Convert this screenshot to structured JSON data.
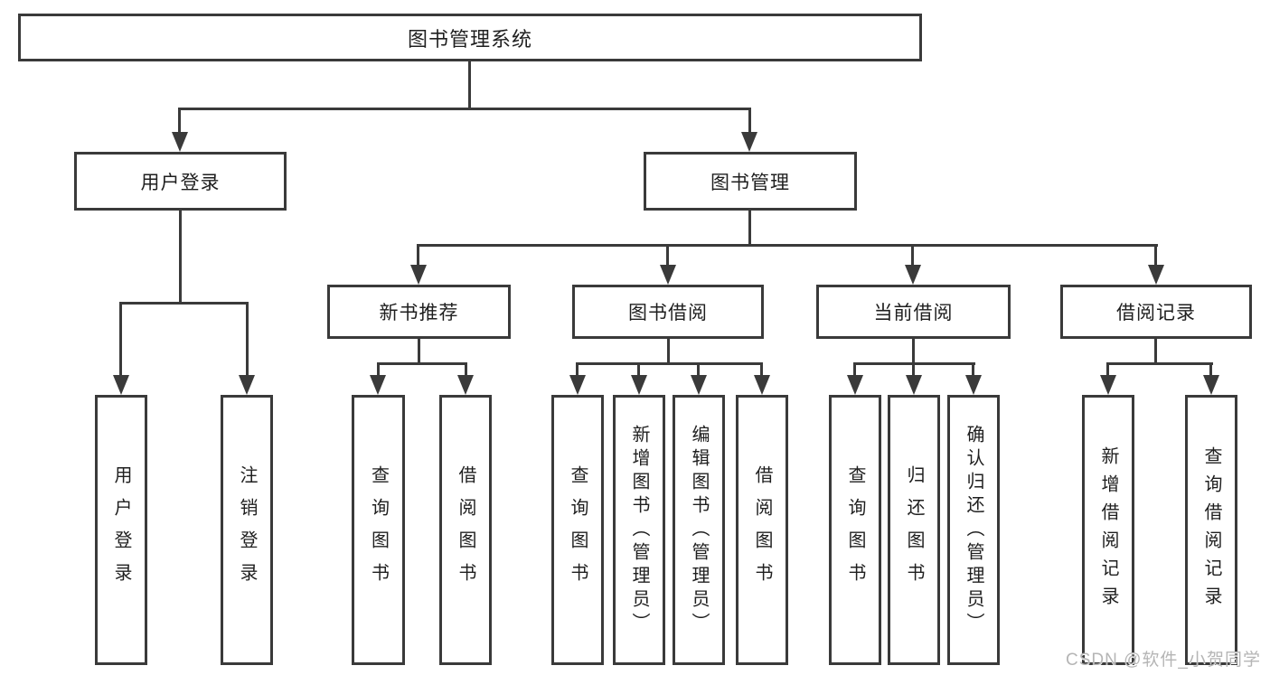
{
  "diagram": {
    "title": "图书管理系统",
    "nodes": [
      {
        "id": "root",
        "label": "图书管理系统",
        "parent": null,
        "level": 1
      },
      {
        "id": "user-login-group",
        "label": "用户登录",
        "parent": "root",
        "level": 2
      },
      {
        "id": "book-management",
        "label": "图书管理",
        "parent": "root",
        "level": 2
      },
      {
        "id": "new-book-recommend",
        "label": "新书推荐",
        "parent": "book-management",
        "level": 3
      },
      {
        "id": "book-borrowing",
        "label": "图书借阅",
        "parent": "book-management",
        "level": 3
      },
      {
        "id": "current-borrowing",
        "label": "当前借阅",
        "parent": "book-management",
        "level": 3
      },
      {
        "id": "borrowing-records",
        "label": "借阅记录",
        "parent": "book-management",
        "level": 3
      },
      {
        "id": "user-login",
        "label": "用户登录",
        "parent": "user-login-group",
        "level": 4
      },
      {
        "id": "logout",
        "label": "注销登录",
        "parent": "user-login-group",
        "level": 4
      },
      {
        "id": "query-books-1",
        "label": "查询图书",
        "parent": "new-book-recommend",
        "level": 4
      },
      {
        "id": "borrow-books-1",
        "label": "借阅图书",
        "parent": "new-book-recommend",
        "level": 4
      },
      {
        "id": "query-books-2",
        "label": "查询图书",
        "parent": "book-borrowing",
        "level": 4
      },
      {
        "id": "add-books-admin",
        "label": "新增图书（管理员）",
        "parent": "book-borrowing",
        "level": 4
      },
      {
        "id": "edit-books-admin",
        "label": "编辑图书（管理员）",
        "parent": "book-borrowing",
        "level": 4
      },
      {
        "id": "borrow-books-2",
        "label": "借阅图书",
        "parent": "book-borrowing",
        "level": 4
      },
      {
        "id": "query-books-3",
        "label": "查询图书",
        "parent": "current-borrowing",
        "level": 4
      },
      {
        "id": "return-books",
        "label": "归还图书",
        "parent": "current-borrowing",
        "level": 4
      },
      {
        "id": "confirm-return-admin",
        "label": "确认归还（管理员）",
        "parent": "current-borrowing",
        "level": 4
      },
      {
        "id": "add-borrow-record",
        "label": "新增借阅记录",
        "parent": "borrowing-records",
        "level": 4
      },
      {
        "id": "query-borrow-record",
        "label": "查询借阅记录",
        "parent": "borrowing-records",
        "level": 4
      }
    ]
  },
  "watermark": {
    "text": "CSDN @软件_小贺同学"
  },
  "colors": {
    "line": "#3a3a3a",
    "text": "#1f1f1f",
    "background": "#ffffff",
    "watermark": "#b5b5b5"
  }
}
